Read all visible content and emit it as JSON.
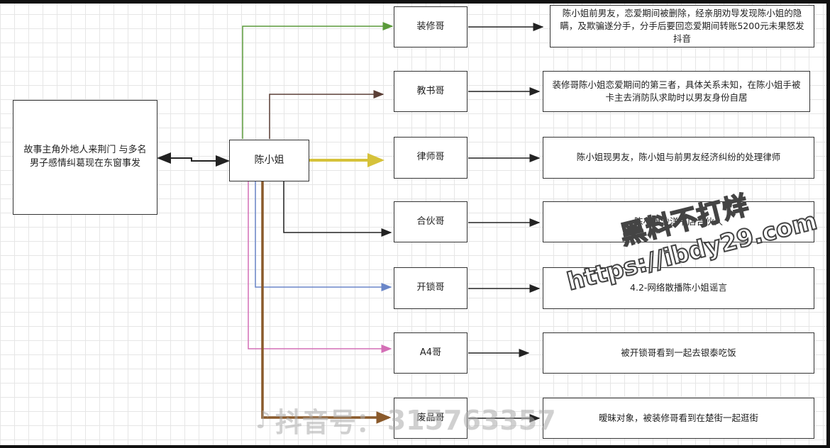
{
  "center_node": "陈小姐",
  "left_node": "故事主角外地人来荆门 与多名男子感情纠葛现在东窗事发",
  "nodes": [
    {
      "name": "装修哥",
      "desc": "陈小姐前男友，恋爱期间被删除，经亲朋劝导发现陈小姐的隐瞒，及欺骗遂分手，分手后要回恋爱期间转账5200元未果怒发抖音",
      "color": "#5a9a3a"
    },
    {
      "name": "教书哥",
      "desc": "装修哥陈小姐恋爱期间的第三者，具体关系未知，在陈小姐手被卡主去消防队求助时以男友身份自居",
      "color": "#5b3f36"
    },
    {
      "name": "律师哥",
      "desc": "陈小姐现男友，陈小姐与前男友经济纠纷的处理律师",
      "color": "#d6c23a"
    },
    {
      "name": "合伙哥",
      "desc": "陈小姐沙洋书店合伙人",
      "color": "#222222"
    },
    {
      "name": "开锁哥",
      "desc": "4.2-网络散播陈小姐谣言",
      "color": "#6a86c8"
    },
    {
      "name": "A4哥",
      "desc": "被开锁哥看到一起去银泰吃饭",
      "color": "#d46fb6"
    },
    {
      "name": "废品哥",
      "desc": "暧昧对象，被装修哥看到在楚街一起逛街",
      "color": "#8a5a2b"
    }
  ],
  "watermark": {
    "line1": "黑料不打烊",
    "line2": "https://ibdy29.com",
    "douyin_label": "抖音号：",
    "douyin_id": "315763357"
  }
}
